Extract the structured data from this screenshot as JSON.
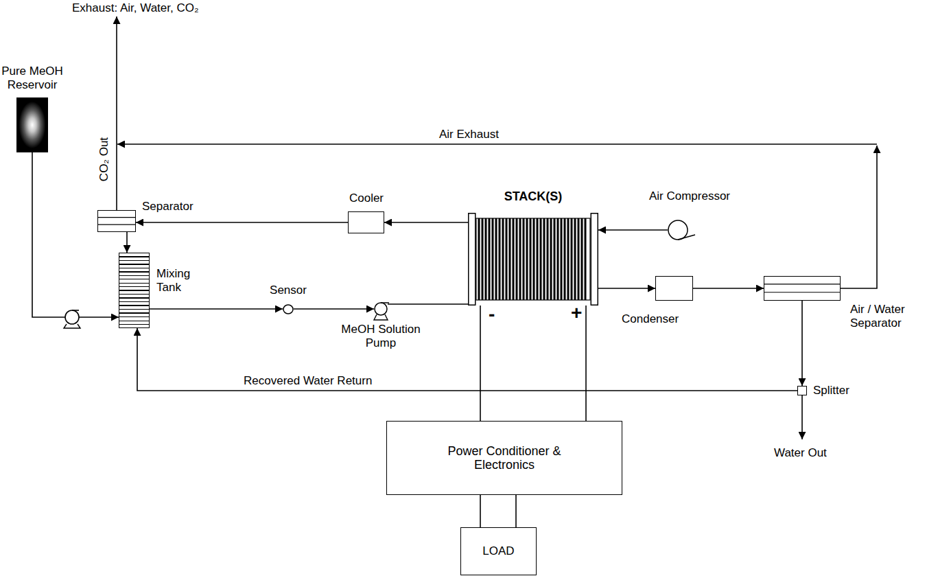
{
  "diagram": {
    "nodes": [
      {
        "text": [
          "Pure MeOH Reservoir"
        ]
      },
      {
        "text": [
          "Separator"
        ]
      },
      {
        "text": [
          "Mixing Tank"
        ]
      },
      {
        "text": [
          "Cooler"
        ]
      },
      {
        "text": [
          "STACK(S)",
          "-",
          "+"
        ]
      },
      {
        "text": [
          "Air Compressor"
        ]
      },
      {
        "text": [
          "Sensor"
        ]
      },
      {
        "text": [
          "MeOH Solution Pump"
        ]
      },
      {
        "text": [
          "Condenser"
        ]
      },
      {
        "text": [
          "Air / Water Separator"
        ]
      },
      {
        "text": [
          "Splitter"
        ]
      },
      {
        "text": [
          "Power Conditioner & Electronics"
        ]
      },
      {
        "text": [
          "LOAD"
        ]
      }
    ],
    "edges": [
      {
        "from": 0,
        "to": 2,
        "arrow": "to"
      },
      {
        "from": 1,
        "to": 2,
        "arrow": "to"
      },
      {
        "from": 2,
        "to": 6,
        "arrow": "to"
      },
      {
        "from": 6,
        "to": 7,
        "arrow": "to"
      },
      {
        "from": 7,
        "to": 4,
        "arrow": "none"
      },
      {
        "from": 4,
        "to": 3,
        "arrow": "to"
      },
      {
        "from": 3,
        "to": 1,
        "arrow": "to"
      },
      {
        "from": 5,
        "to": 4,
        "arrow": "to"
      },
      {
        "from": 4,
        "to": 8,
        "arrow": "to"
      },
      {
        "from": 8,
        "to": 9,
        "arrow": "to"
      },
      {
        "from": 9,
        "to": 10,
        "arrow": "to"
      },
      {
        "from": 10,
        "to": 2,
        "label": "Recovered Water Return",
        "arrow": "to"
      },
      {
        "from": 4,
        "to": 11,
        "arrow": "none"
      },
      {
        "from": 4,
        "to": 11,
        "arrow": "none"
      },
      {
        "from": 11,
        "to": 12,
        "arrow": "none"
      },
      {
        "from": 11,
        "to": 12,
        "arrow": "none"
      }
    ],
    "labels": [
      "Exhaust: Air, Water, CO₂",
      "CO₂ Out",
      "Air Exhaust",
      "Water Out"
    ]
  }
}
